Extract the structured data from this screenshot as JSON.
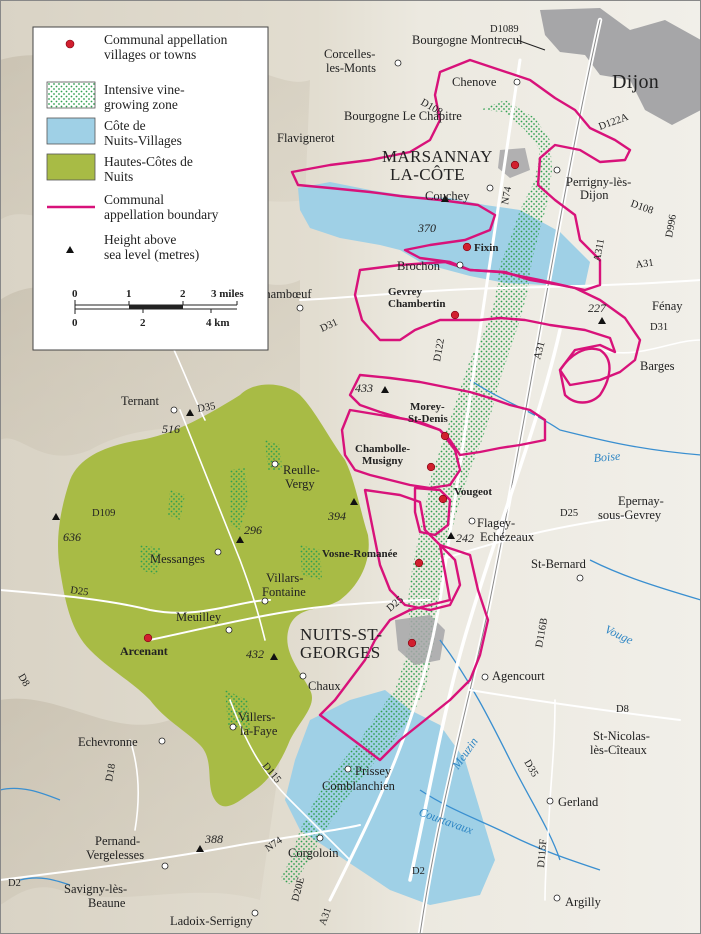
{
  "legend": {
    "items": [
      {
        "label_lines": [
          "Communal appellation",
          "villages or towns"
        ]
      },
      {
        "label_lines": [
          "Intensive vine-",
          "growing zone"
        ]
      },
      {
        "label_lines": [
          "Côte de",
          "Nuits-Villages"
        ]
      },
      {
        "label_lines": [
          "Hautes-Côtes de",
          "Nuits"
        ]
      },
      {
        "label_lines": [
          "Communal",
          "appellation boundary"
        ]
      },
      {
        "label_lines": [
          "Height above",
          "sea level (metres)"
        ]
      }
    ],
    "colors": {
      "appellation_village": "#d11f2e",
      "vine_zone": "#2fa050",
      "cote_de_nuits_villages": "#9fd0e6",
      "hautes_cotes": "#a8bb45",
      "boundary": "#d8127a",
      "height_marker": "#111111"
    },
    "scale": {
      "miles_ticks": [
        "0",
        "1",
        "2",
        "3 miles"
      ],
      "km_ticks": [
        "0",
        "2",
        "4 km"
      ]
    }
  },
  "places": {
    "dijon": "Dijon",
    "marsannay": [
      "MARSANNAY",
      "LA-CÔTE"
    ],
    "nuits": [
      "NUITS-ST-",
      "GEORGES"
    ],
    "appellation_villages": [
      {
        "name": "Fixin"
      },
      {
        "lines": [
          "Gevrey",
          "Chambertin"
        ]
      },
      {
        "lines": [
          "Morey-",
          "St-Denis"
        ]
      },
      {
        "lines": [
          "Chambolle-",
          "Musigny"
        ]
      },
      {
        "name": "Vougeot"
      },
      {
        "name": "Vosne-Romanée"
      },
      {
        "name": "Arcenant"
      }
    ],
    "towns": [
      {
        "lines": [
          "Bourgogne Montrecul"
        ]
      },
      {
        "lines": [
          "Corcelles-",
          "les-Monts"
        ]
      },
      {
        "lines": [
          "Chenove"
        ]
      },
      {
        "lines": [
          "Bourgogne Le Chapitre"
        ]
      },
      {
        "lines": [
          "Flavignerot"
        ]
      },
      {
        "lines": [
          "Couchey"
        ]
      },
      {
        "lines": [
          "Perrigny-lès-",
          "Dijon"
        ]
      },
      {
        "lines": [
          "Brochon"
        ]
      },
      {
        "lines": [
          "Chambœuf"
        ]
      },
      {
        "lines": [
          "Fénay"
        ]
      },
      {
        "lines": [
          "Barges"
        ]
      },
      {
        "lines": [
          "Ternant"
        ]
      },
      {
        "lines": [
          "Reulle-",
          "Vergy"
        ]
      },
      {
        "lines": [
          "Messanges"
        ]
      },
      {
        "lines": [
          "Villars-",
          "Fontaine"
        ]
      },
      {
        "lines": [
          "Meuilley"
        ]
      },
      {
        "lines": [
          "Flagey-",
          "Echézeaux"
        ]
      },
      {
        "lines": [
          "Epernay-",
          "sous-Gevrey"
        ]
      },
      {
        "lines": [
          "St-Bernard"
        ]
      },
      {
        "lines": [
          "Chaux"
        ]
      },
      {
        "lines": [
          "Agencourt"
        ]
      },
      {
        "lines": [
          "Villers-",
          "la-Faye"
        ]
      },
      {
        "lines": [
          "Echevronne"
        ]
      },
      {
        "lines": [
          "St-Nicolas-",
          "lès-Cîteaux"
        ]
      },
      {
        "lines": [
          "Prissey"
        ]
      },
      {
        "lines": [
          "Comblanchien"
        ]
      },
      {
        "lines": [
          "Gerland"
        ]
      },
      {
        "lines": [
          "Pernand-",
          "Vergelesses"
        ]
      },
      {
        "lines": [
          "Corgoloin"
        ]
      },
      {
        "lines": [
          "Savigny-lès-",
          "Beaune"
        ]
      },
      {
        "lines": [
          "Ladoix-Serrigny"
        ]
      },
      {
        "lines": [
          "Argilly"
        ]
      }
    ]
  },
  "heights": [
    "370",
    "227",
    "433",
    "516",
    "636",
    "296",
    "394",
    "242",
    "432",
    "388"
  ],
  "roads": [
    "D1089",
    "D108",
    "D122A",
    "D108",
    "D996",
    "N74",
    "A311",
    "A31",
    "D31",
    "D31",
    "D122",
    "A31",
    "D35",
    "D109",
    "D25",
    "D25",
    "D25",
    "D8",
    "D116B",
    "D8",
    "D115",
    "D18",
    "D35",
    "N74",
    "D20E",
    "D2",
    "D2",
    "A31",
    "D115F"
  ],
  "rivers": [
    "Boise",
    "Vouge",
    "Meuzin",
    "Courtavaux"
  ]
}
